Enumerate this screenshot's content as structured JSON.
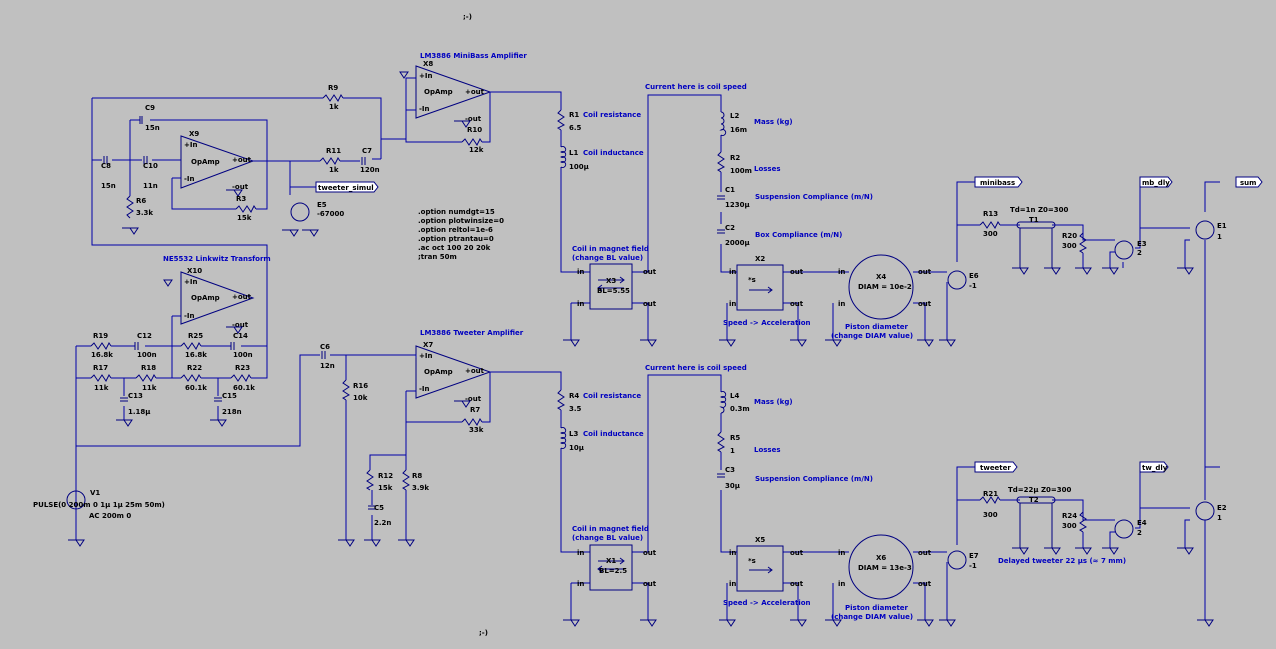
{
  "marks": {
    "top": ";-)",
    "bottom": ";-)"
  },
  "amps": {
    "minibass_title": "LM3886 MiniBass Amplifier",
    "tweeter_title": "LM3886 Tweeter Amplifier",
    "linkwitz_title": "NE5532 Linkwitz Transform",
    "X8": "X8",
    "X7": "X7",
    "X9": "X9",
    "X10": "X10",
    "opamp": "OpAmp",
    "pin_in_p": "+In",
    "pin_in_n": "-In",
    "pin_out_p": "+out",
    "pin_out_n": "-out"
  },
  "labels": {
    "tweeter_simul": "tweeter_simul",
    "minibass": "minibass",
    "mb_dly": "mb_dly",
    "sum": "sum",
    "tweeter": "tweeter",
    "tw_dly": "tw_dly"
  },
  "directives": [
    ".option numdgt=15",
    ".option plotwinsize=0",
    ".option reltol=1e-6",
    ".option ptrantau=0",
    ".ac oct 100 20 20k",
    ";tran 50m"
  ],
  "components": {
    "R9": "R9",
    "R9v": "1k",
    "C9": "C9",
    "C9v": "15n",
    "C8": "C8",
    "C8v": "15n",
    "C10": "C10",
    "C10v": "11n",
    "R6": "R6",
    "R6v": "3.3k",
    "R3": "R3",
    "R3v": "15k",
    "R11": "R11",
    "R11v": "1k",
    "C7": "C7",
    "C7v": "120n",
    "R10": "R10",
    "R10v": "12k",
    "E5": "E5",
    "E5v": "-67000",
    "R19": "R19",
    "R19v": "16.8k",
    "C12": "C12",
    "C12v": "100n",
    "R25": "R25",
    "R25v": "16.8k",
    "C14": "C14",
    "C14v": "100n",
    "R17": "R17",
    "R17v": "11k",
    "R18": "R18",
    "R18v": "11k",
    "R22": "R22",
    "R22v": "60.1k",
    "R23": "R23",
    "R23v": "60.1k",
    "C13": "C13",
    "C13v": "1.18µ",
    "C15": "C15",
    "C15v": "218n",
    "C6": "C6",
    "C6v": "12n",
    "R16": "R16",
    "R16v": "10k",
    "R7": "R7",
    "R7v": "33k",
    "R12": "R12",
    "R12v": "15k",
    "R8": "R8",
    "R8v": "3.9k",
    "C5": "C5",
    "C5v": "2.2n",
    "V1": "V1",
    "V1v1": "PULSE(0 200m 0 1µ 1µ 25m 50m)",
    "V1v2": "AC 200m 0",
    "R1": "R1",
    "R1v": "6.5",
    "R1n": "Coil resistance",
    "L1": "L1",
    "L1v": "100µ",
    "L1n": "Coil inductance",
    "R4": "R4",
    "R4v": "3.5",
    "R4n": "Coil resistance",
    "L3": "L3",
    "L3v": "10µ",
    "L3n": "Coil inductance",
    "X3": "X3",
    "X3v": "BL=5.55",
    "X1": "X1",
    "X1v": "BL=2.5",
    "magnet_note": "Coil in magnet field",
    "magnet_note2": "(change BL value)",
    "speed_note": "Current here is coil speed",
    "L2": "L2",
    "L2v": "16m",
    "L2n": "Mass (kg)",
    "R2": "R2",
    "R2v": "100m",
    "R2n": "Losses",
    "C1": "C1",
    "C1v": "1230µ",
    "C1n": "Suspension Compliance (m/N)",
    "C2": "C2",
    "C2v": "2000µ",
    "C2n": "Box Compliance (m/N)",
    "L4": "L4",
    "L4v": "0.3m",
    "L4n": "Mass (kg)",
    "R5": "R5",
    "R5v": "1",
    "R5n": "Losses",
    "C3": "C3",
    "C3v": "30µ",
    "C3n": "Suspension Compliance (m/N)",
    "X2": "X2",
    "X5": "X5",
    "deriv": "*s",
    "accel_note": "Speed -> Acceleration",
    "X4": "X4",
    "X4v": "DIAM = 10e-2",
    "X6": "X6",
    "X6v": "DIAM = 13e-3",
    "piston_note": "Piston diameter",
    "piston_note2": "(change DIAM value)",
    "E6": "E6",
    "E6v": "-1",
    "E7": "E7",
    "E7v": "-1",
    "R13": "R13",
    "R13v": "300",
    "R21": "R21",
    "R21v": "300",
    "T1": "T1",
    "T1v": "Td=1n Z0=300",
    "T2": "T2",
    "T2v": "Td=22µ Z0=300",
    "R20": "R20",
    "R20v": "300",
    "R24": "R24",
    "R24v": "300",
    "E3": "E3",
    "E3v": "2",
    "E4": "E4",
    "E4v": "2",
    "E1": "E1",
    "E1v": "1",
    "E2": "E2",
    "E2v": "1",
    "delay_note": "Delayed tweeter 22 µs (≈ 7 mm)",
    "pin_in": "in",
    "pin_out": "out"
  },
  "colors": {
    "background": "#c0c0c0",
    "wire": "#0000a8",
    "annotation": "#0000c0"
  }
}
